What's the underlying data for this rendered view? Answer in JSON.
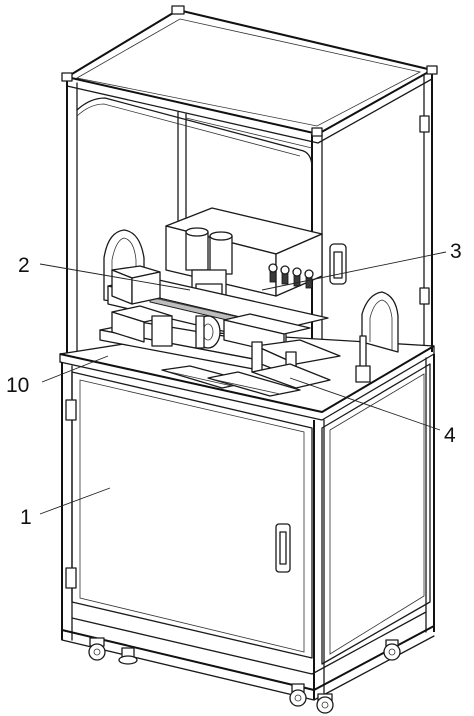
{
  "labels": [
    {
      "id": "part-1",
      "text": "1"
    },
    {
      "id": "part-2",
      "text": "2"
    },
    {
      "id": "part-3",
      "text": "3"
    },
    {
      "id": "part-4",
      "text": "4"
    },
    {
      "id": "part-10",
      "text": "10"
    }
  ]
}
